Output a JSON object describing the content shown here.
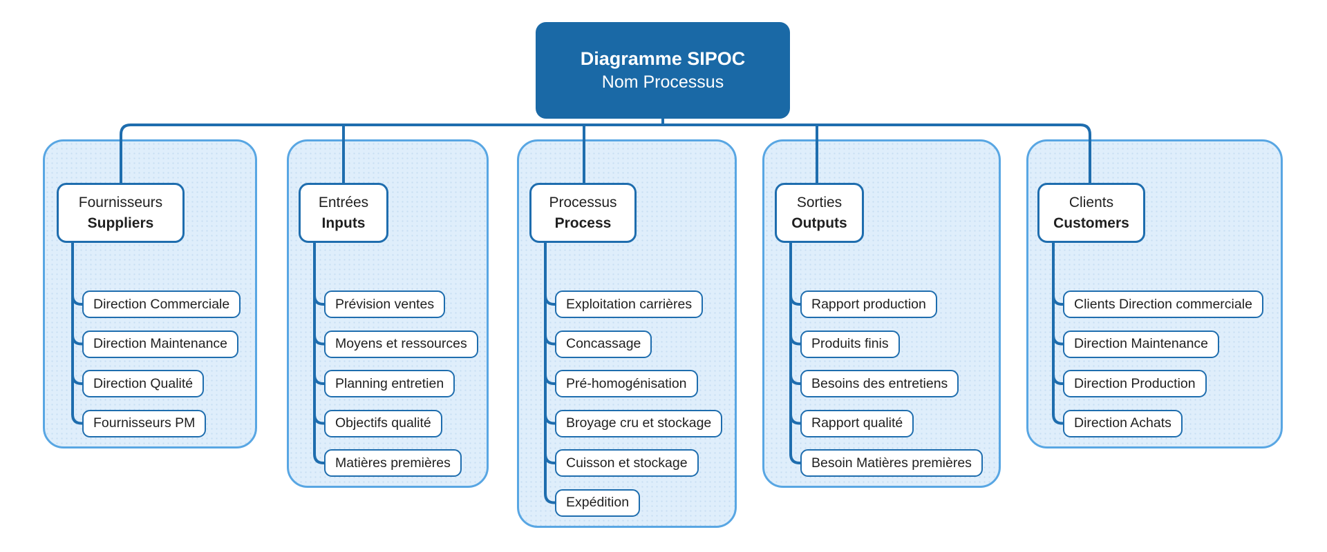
{
  "diagram": {
    "title": {
      "line1": "Diagramme SIPOC",
      "line2": "Nom Processus"
    },
    "colors": {
      "title_bg": "#1A69A6",
      "title_text": "#FFFFFF",
      "node_border": "#1E6DAE",
      "connector": "#1E6DAE",
      "panel_bg": "#DFEEFB",
      "panel_border": "#58A6E3",
      "node_text": "#1F1F1F"
    },
    "columns": [
      {
        "id": "suppliers",
        "header": {
          "fr": "Fournisseurs",
          "en": "Suppliers"
        },
        "items": [
          "Direction Commerciale",
          "Direction Maintenance",
          "Direction Qualité",
          "Fournisseurs PM"
        ]
      },
      {
        "id": "inputs",
        "header": {
          "fr": "Entrées",
          "en": "Inputs"
        },
        "items": [
          "Prévision ventes",
          "Moyens et ressources",
          "Planning entretien",
          "Objectifs qualité",
          "Matières premières"
        ]
      },
      {
        "id": "process",
        "header": {
          "fr": "Processus",
          "en": "Process"
        },
        "items": [
          "Exploitation carrières",
          "Concassage",
          "Pré-homogénisation",
          "Broyage cru et stockage",
          "Cuisson et stockage",
          "Expédition"
        ]
      },
      {
        "id": "outputs",
        "header": {
          "fr": "Sorties",
          "en": "Outputs"
        },
        "items": [
          "Rapport production",
          "Produits finis",
          "Besoins des entretiens",
          "Rapport qualité",
          "Besoin Matières premières"
        ]
      },
      {
        "id": "customers",
        "header": {
          "fr": "Clients",
          "en": "Customers"
        },
        "items": [
          "Clients Direction commerciale",
          "Direction Maintenance",
          "Direction Production",
          "Direction Achats"
        ]
      }
    ]
  }
}
